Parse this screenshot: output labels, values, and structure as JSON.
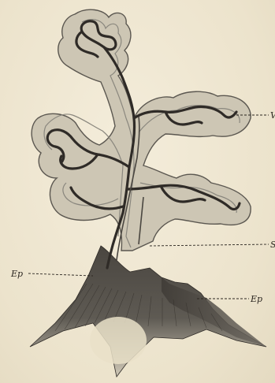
{
  "figure": {
    "labels": {
      "ep_left": "Ep",
      "ep_right": "Ep",
      "v": "V",
      "s": "S"
    },
    "colors": {
      "paper": "#efe7d3",
      "halo": "#cfc9b8",
      "halo_edge": "#6e6a62",
      "core_outline": "#8a877e",
      "vessel": "#2f2b27",
      "epithelium_dark": "#3a3632",
      "epithelium_mid": "#6b6760"
    }
  }
}
